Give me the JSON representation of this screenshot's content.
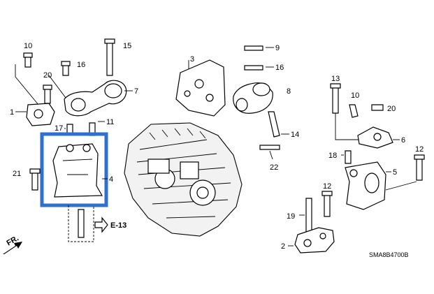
{
  "callouts": {
    "c1": "1",
    "c2": "2",
    "c3": "3",
    "c4": "4",
    "c5": "5",
    "c6": "6",
    "c7": "7",
    "c8": "8",
    "c9": "9",
    "c10a": "10",
    "c10b": "10",
    "c11": "11",
    "c12a": "12",
    "c12b": "12",
    "c13": "13",
    "c14": "14",
    "c15": "15",
    "c16a": "16",
    "c16b": "16",
    "c17": "17",
    "c18": "18",
    "c19": "19",
    "c20a": "20",
    "c20b": "20",
    "c21": "21",
    "c22": "22"
  },
  "reference": {
    "label": "E-13"
  },
  "direction": {
    "label": "FR."
  },
  "diagram_code": "SMA8B4700B",
  "colors": {
    "highlight": "#2f6fd0",
    "line": "#000000"
  }
}
